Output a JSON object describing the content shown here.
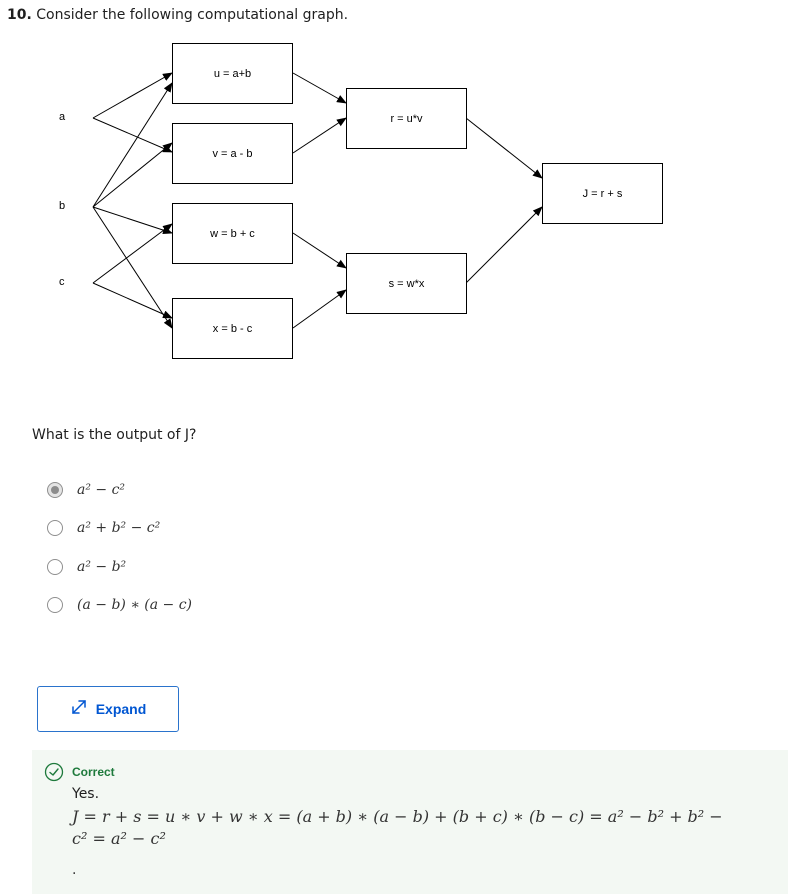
{
  "question": {
    "number": "10.",
    "text": "Consider the following computational graph.",
    "prompt": "What is the output of J?"
  },
  "graph": {
    "inputs": [
      "a",
      "b",
      "c"
    ],
    "nodes": {
      "u": "u = a+b",
      "v": "v = a - b",
      "w": "w = b + c",
      "x": "x = b - c",
      "r": "r = u*v",
      "s": "s = w*x",
      "J": "J = r + s"
    }
  },
  "options": [
    {
      "label": "a² − c²",
      "selected": true
    },
    {
      "label": "a² + b² − c²",
      "selected": false
    },
    {
      "label": "a² − b²",
      "selected": false
    },
    {
      "label": "(a − b) ∗ (a − c)",
      "selected": false
    }
  ],
  "expand_button": {
    "label": "Expand",
    "icon": "expand-arrows-icon",
    "color": "#0056d2"
  },
  "feedback": {
    "status": "Correct",
    "message": "Yes.",
    "equation_line1": "J = r + s = u ∗ v + w ∗ x = (a + b) ∗ (a − b) + (b + c) ∗ (b − c) = a² − b² + b² −",
    "equation_line2": "c² = a² − c²",
    "trailing": ".",
    "status_color": "#1e7a3c",
    "background": "#f3f8f3"
  }
}
